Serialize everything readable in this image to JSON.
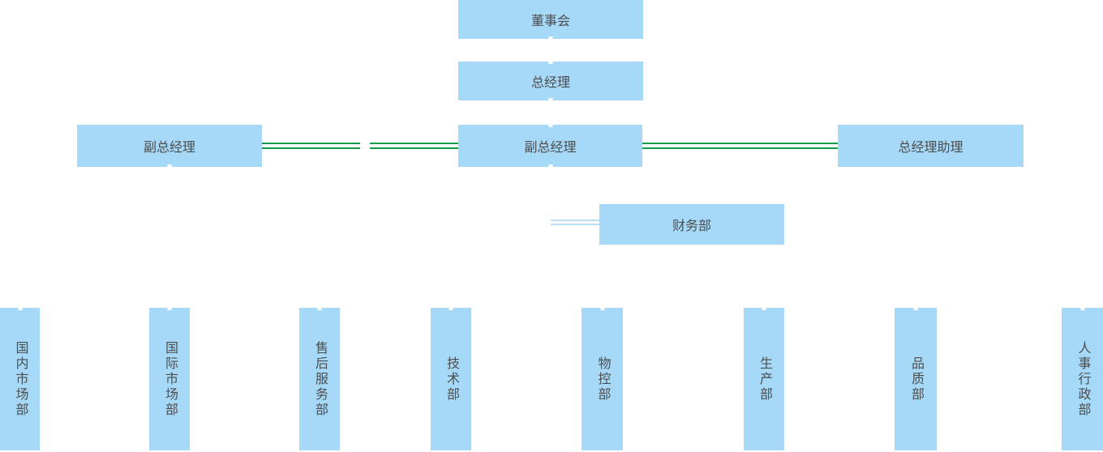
{
  "org": {
    "board": "董事会",
    "general_manager": "总经理",
    "deputy_gm_left": "副总经理",
    "deputy_gm_center": "副总经理",
    "gm_assistant": "总经理助理",
    "finance": "财务部",
    "departments": [
      "国内市场部",
      "国际市场部",
      "售后服务部",
      "技术部",
      "物控部",
      "生产部",
      "品质部",
      "人事行政部"
    ]
  },
  "colors": {
    "box_fill": "#A6D9F7",
    "connector_green": "#0E9C49",
    "connector_blue": "#B9DFF6",
    "label_text": "#4D4D4D"
  }
}
